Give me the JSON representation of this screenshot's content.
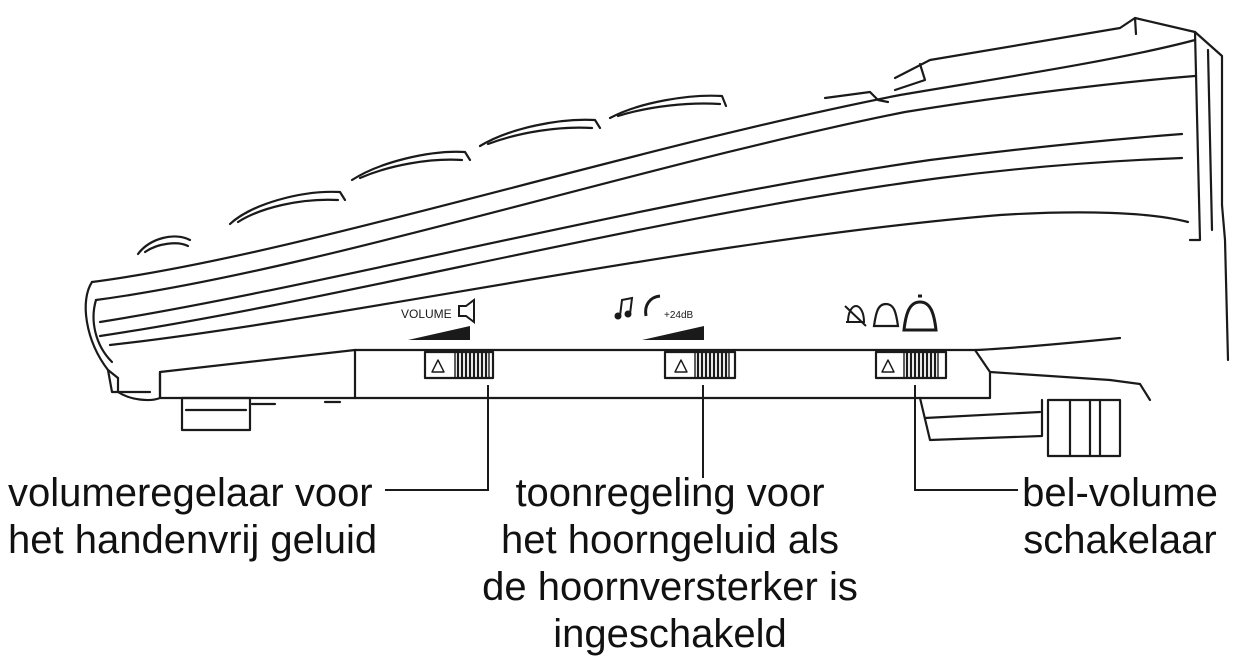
{
  "figure": {
    "panel_labels": {
      "volume_text": "VOLUME",
      "tone_gain_text": "+24dB"
    },
    "callouts": [
      {
        "lines": [
          "volumeregelaar voor",
          "het handenvrij geluid"
        ]
      },
      {
        "lines": [
          "toonregeling voor",
          "het hoorngeluid als",
          "de hoornversterker is",
          "ingeschakeld"
        ]
      },
      {
        "lines": [
          "bel-volume",
          "schakelaar"
        ]
      }
    ],
    "icons": [
      "speaker-icon",
      "music-note-icon",
      "handset-icon",
      "bell-muted-icon",
      "bell-small-icon",
      "bell-large-icon",
      "ramp-icon"
    ],
    "colors": {
      "line": "#1a1a1a",
      "background": "#ffffff"
    }
  }
}
